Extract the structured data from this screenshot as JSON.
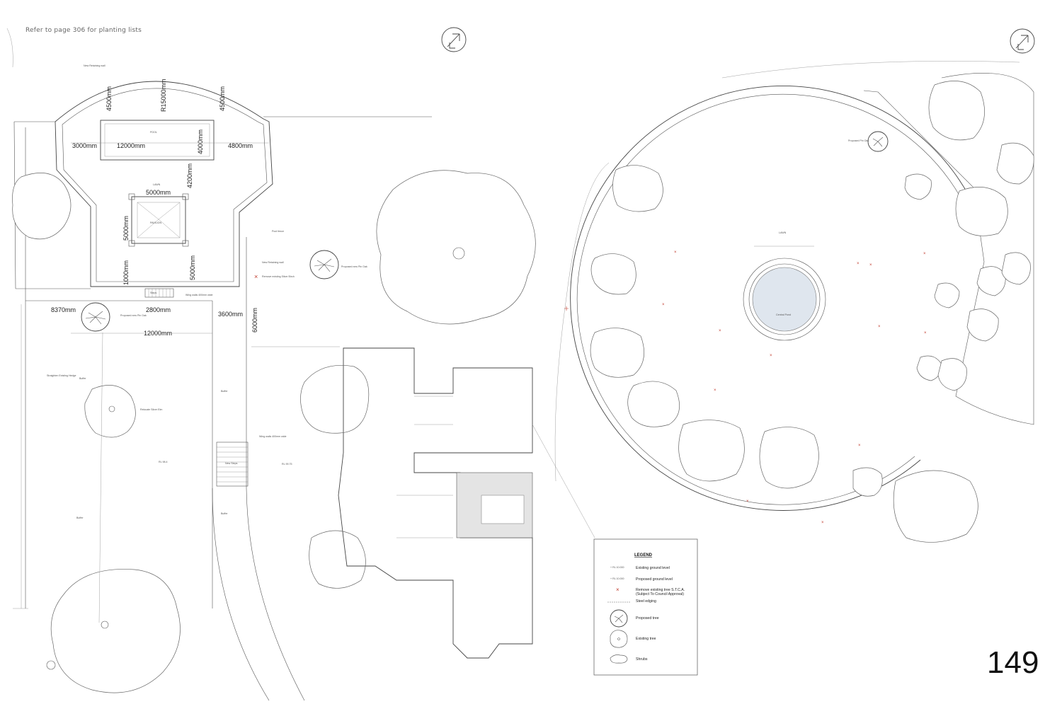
{
  "caption": "Refer to page 306 for planting lists",
  "page_number": "149",
  "plan_left": {
    "labels": {
      "pool": "POOL",
      "lawn": "LAWN",
      "pavilion": "PAVILION",
      "new_retaining_wall": "New Retaining wall",
      "pool_fence": "Pool fence",
      "new_retaining_wall_2": "New Retaining wall",
      "remove_silver_birch": "Remove existing Silver Birch",
      "proposed_pin_oak_1": "Proposed new Pin Oak",
      "proposed_pin_oak_2": "Proposed new Pin Oak",
      "steps": "Steps",
      "wing_walls_1": "Wing walls 400mm wide",
      "wing_walls_2": "Wing walls 400mm wide",
      "new_steps": "New Steps",
      "relocate_silver_elm": "Relocate Silver Elm",
      "straighten_hedge": "Straighten Existing Hedge",
      "buffer_1": "Buffer",
      "buffer_2": "Buffer",
      "buffer_3": "Buffer",
      "buffer_4": "Buffer",
      "rl_1": "RL 98.4",
      "rl_2": "RL 99.75"
    },
    "dimensions": {
      "d_4500_left": "4500mm",
      "d_r15000": "R15000mm",
      "d_4500_right": "4500mm",
      "d_3000": "3000mm",
      "d_12000_pool": "12000mm",
      "d_4000": "4000mm",
      "d_4800": "4800mm",
      "d_4200": "4200mm",
      "d_5000_h": "5000mm",
      "d_5000_v": "5000mm",
      "d_1000": "1000mm",
      "d_5000_v2": "5000mm",
      "d_8370": "8370mm",
      "d_2800": "2800mm",
      "d_3600": "3600mm",
      "d_6000": "6000mm",
      "d_12000_lawn": "12000mm"
    }
  },
  "plan_right": {
    "labels": {
      "lawn": "LAWN",
      "central_pond": "Central Pond",
      "proposed_pin_oak": "Proposed Pin Oak"
    }
  },
  "legend": {
    "title": "LEGEND",
    "items": [
      {
        "marker": "+ RL 10.000",
        "text": "Existing ground level"
      },
      {
        "marker": "+ RL 10.000",
        "text": "Proposed ground level"
      },
      {
        "marker": "×",
        "text": "Remove existing tree  S.T.C.A.\n(Subject To Council Approval)"
      },
      {
        "marker": "",
        "text": "Steel edging"
      },
      {
        "marker": "",
        "text": "Proposed tree"
      },
      {
        "marker": "",
        "text": "Existing tree"
      },
      {
        "marker": "",
        "text": "Shrubs"
      }
    ],
    "item_texts": {
      "existing_ground": "Existing ground level",
      "proposed_ground": "Proposed ground level",
      "remove_tree": "Remove existing tree  S.T.C.A.",
      "remove_tree_2": "(Subject To Council Approval)",
      "steel_edging": "Steel edging",
      "proposed_tree": "Proposed tree",
      "existing_tree": "Existing tree",
      "shrubs": "Shrubs",
      "rl_existing": "+ RL 10.000",
      "rl_proposed": "+ RL 10.000"
    }
  },
  "colors": {
    "line": "#444444",
    "remove_marker": "#c0392b",
    "pond_fill": "#dfe6ee",
    "building_hatch": "#e4e4e4"
  }
}
